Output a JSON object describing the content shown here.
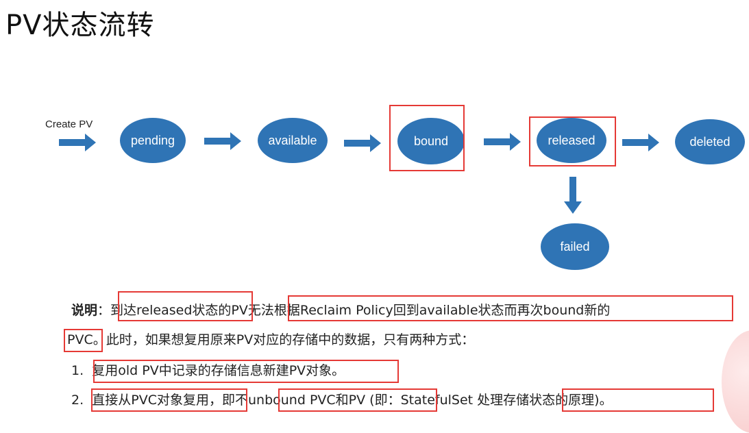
{
  "title": "PV状态流转",
  "diagram": {
    "create_label": "Create PV",
    "states": {
      "pending": "pending",
      "available": "available",
      "bound": "bound",
      "released": "released",
      "deleted": "deleted",
      "failed": "failed"
    },
    "node_color": "#2f74b5",
    "highlight_color": "#e53935"
  },
  "note": {
    "label": "说明",
    "colon": "：",
    "l1_a": "到达released状态",
    "l1_b": "的PV",
    "l1_c": "无法根据Reclaim Policy回到available状态而再次bound新的",
    "l2_a": "PVC",
    "l2_b": "。此时，如果想复用原来PV对应的存储中的数据，只有两种方式：",
    "i1_num": "1.",
    "i1_a": "复用old PV中记录的存储信息新建PV对象",
    "i1_b": "。",
    "i2_num": "2.",
    "i2_a": "直接从PVC对象复用",
    "i2_b": "，即",
    "i2_c": "不unbound PVC和PV",
    "i2_d": "(即：StatefulSet ",
    "i2_e": "处理存储状态的原理",
    "i2_f": ")。"
  }
}
